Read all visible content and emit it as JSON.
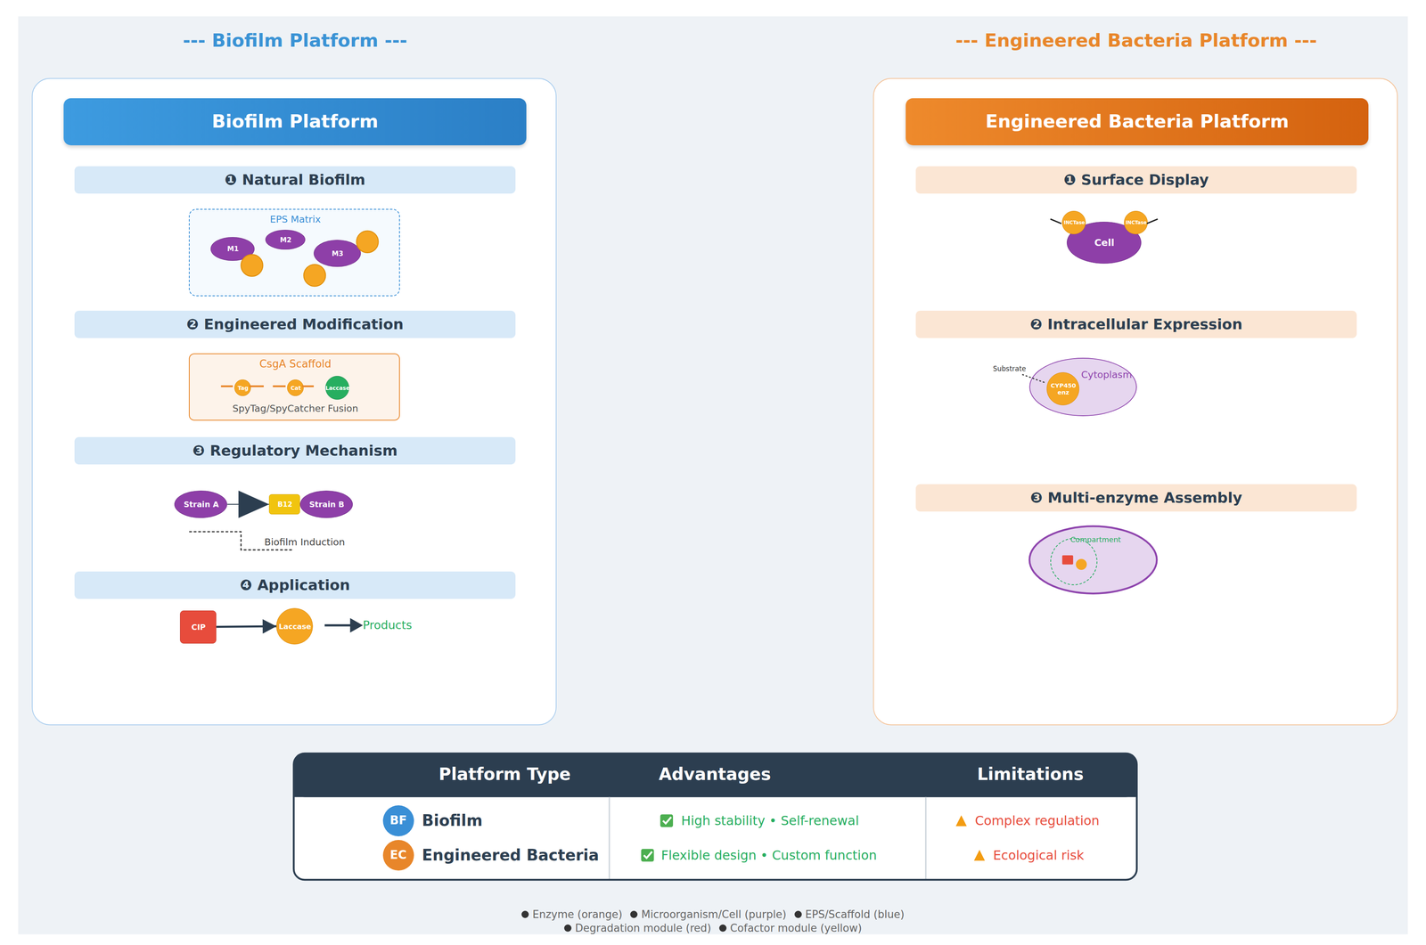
{
  "diagram": {
    "nodes": [
      {
        "text": [
          "--- Biofilm Platform ---"
        ]
      },
      {
        "text": [
          "Biofilm Platform"
        ],
        "in": 0
      },
      {
        "text": [
          "❶ Natural Biofilm"
        ],
        "in": 0
      },
      {
        "text": [
          "EPS Matrix"
        ],
        "in": 0
      },
      {
        "text": [
          "M1"
        ],
        "in": 3
      },
      {
        "text": [
          "M2"
        ],
        "in": 3
      },
      {
        "text": [
          "M3"
        ],
        "in": 3
      },
      {
        "text": [
          "❷ Engineered Modification"
        ],
        "in": 0
      },
      {
        "text": [
          "CsgA Scaffold",
          "SpyTag/SpyCatcher Fusion"
        ],
        "in": 0
      },
      {
        "text": [
          "Tag"
        ],
        "in": 8
      },
      {
        "text": [
          "Cat"
        ],
        "in": 8
      },
      {
        "text": [
          "Laccase"
        ],
        "in": 8
      },
      {
        "text": [
          "❸ Regulatory Mechanism"
        ],
        "in": 0
      },
      {
        "text": [
          "Strain A"
        ],
        "in": 0
      },
      {
        "text": [
          "B12"
        ],
        "in": 0
      },
      {
        "text": [
          "Strain B"
        ],
        "in": 0
      },
      {
        "text": [
          "❹ Application"
        ],
        "in": 0
      },
      {
        "text": [
          "CIP"
        ],
        "in": 0
      },
      {
        "text": [
          "Laccase"
        ],
        "in": 0
      },
      {
        "text": [
          "--- Engineered Bacteria Platform ---"
        ]
      },
      {
        "text": [
          "Engineered Bacteria Platform"
        ],
        "in": 19
      },
      {
        "text": [
          "❶ Surface Display"
        ],
        "in": 19
      },
      {
        "text": [
          "Cell"
        ],
        "in": 19
      },
      {
        "text": [
          "INCTase"
        ],
        "in": 19
      },
      {
        "text": [
          "INCTase"
        ],
        "in": 19
      },
      {
        "text": [
          "❷ Intracellular Expression"
        ],
        "in": 19
      },
      {
        "text": [
          "Cytoplasm"
        ],
        "in": 19
      },
      {
        "text": [
          "CYP450 enz"
        ],
        "in": 26
      },
      {
        "text": [
          "❸ Multi-enzyme Assembly"
        ],
        "in": 19
      },
      {
        "text": [
          "Compartment"
        ],
        "in": 19
      },
      {
        "text": [
          "BF"
        ]
      },
      {
        "text": [
          "EC"
        ]
      }
    ],
    "edges": [
      {
        "from": 13,
        "to": 14,
        "arrow": "to"
      },
      {
        "from": 17,
        "to": 18,
        "arrow": "to"
      }
    ],
    "labels": [
      "Substrate",
      "Biofilm Induction",
      "Products",
      "Platform Type",
      "Advantages",
      "Limitations",
      "Biofilm",
      "Engineered Bacteria",
      "High stability • Self-renewal",
      "Flexible design • Custom function",
      "Complex regulation",
      "Ecological risk"
    ],
    "legend": [
      {
        "text": "Enzyme (orange)",
        "color": "#333333"
      },
      {
        "text": "Microorganism/Cell (purple)",
        "color": "#333333"
      },
      {
        "text": "EPS/Scaffold (blue)",
        "color": "#333333"
      },
      {
        "text": "Degradation module (red)",
        "color": "#333333"
      },
      {
        "text": "Cofactor module (yellow)",
        "color": "#333333"
      }
    ]
  }
}
